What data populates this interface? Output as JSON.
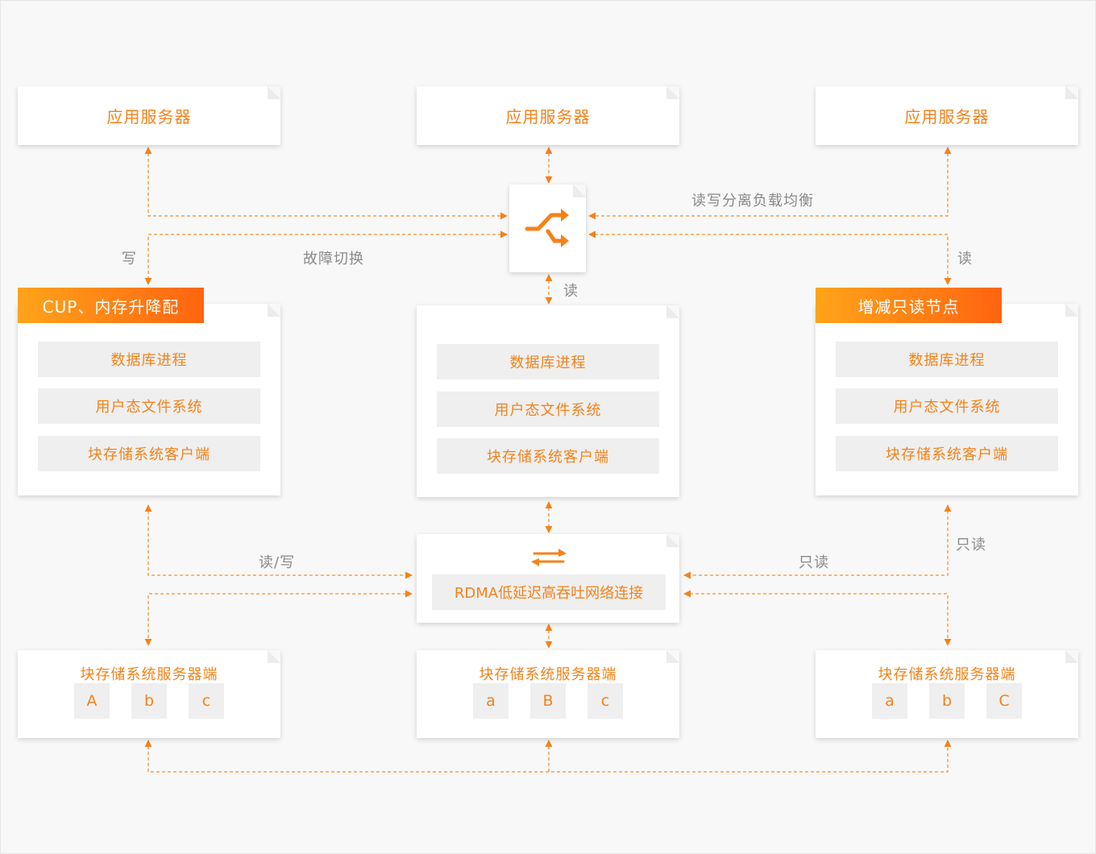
{
  "app_servers": [
    {
      "label": "应用服务器"
    },
    {
      "label": "应用服务器"
    },
    {
      "label": "应用服务器"
    }
  ],
  "db_nodes": [
    {
      "tag": "CUP、内存升降配",
      "processes": [
        "数据库进程",
        "用户态文件系统",
        "块存储系统客户端"
      ]
    },
    {
      "tag": "",
      "processes": [
        "数据库进程",
        "用户态文件系统",
        "块存储系统客户端"
      ]
    },
    {
      "tag": "增减只读节点",
      "processes": [
        "数据库进程",
        "用户态文件系统",
        "块存储系统客户端"
      ]
    }
  ],
  "rdma": {
    "label": "RDMA低延迟高吞吐网络连接",
    "icon": "bidirectional-arrows-icon"
  },
  "switch": {
    "icon": "switch-arrows-icon"
  },
  "storage_servers": [
    {
      "title": "块存储系统服务器端",
      "chunks": [
        "A",
        "b",
        "c"
      ]
    },
    {
      "title": "块存储系统服务器端",
      "chunks": [
        "a",
        "B",
        "c"
      ]
    },
    {
      "title": "块存储系统服务器端",
      "chunks": [
        "a",
        "b",
        "C"
      ]
    }
  ],
  "edge_labels": {
    "write": "写",
    "failover": "故障切换",
    "rw_split": "读写分离负载均衡",
    "read_right": "读",
    "read_center": "读",
    "rw": "读/写",
    "readonly_bottom": "只读",
    "readonly_side": "只读"
  },
  "colors": {
    "accent": "#f58219",
    "line": "#f7a04a",
    "muted": "#8a8a8a"
  }
}
